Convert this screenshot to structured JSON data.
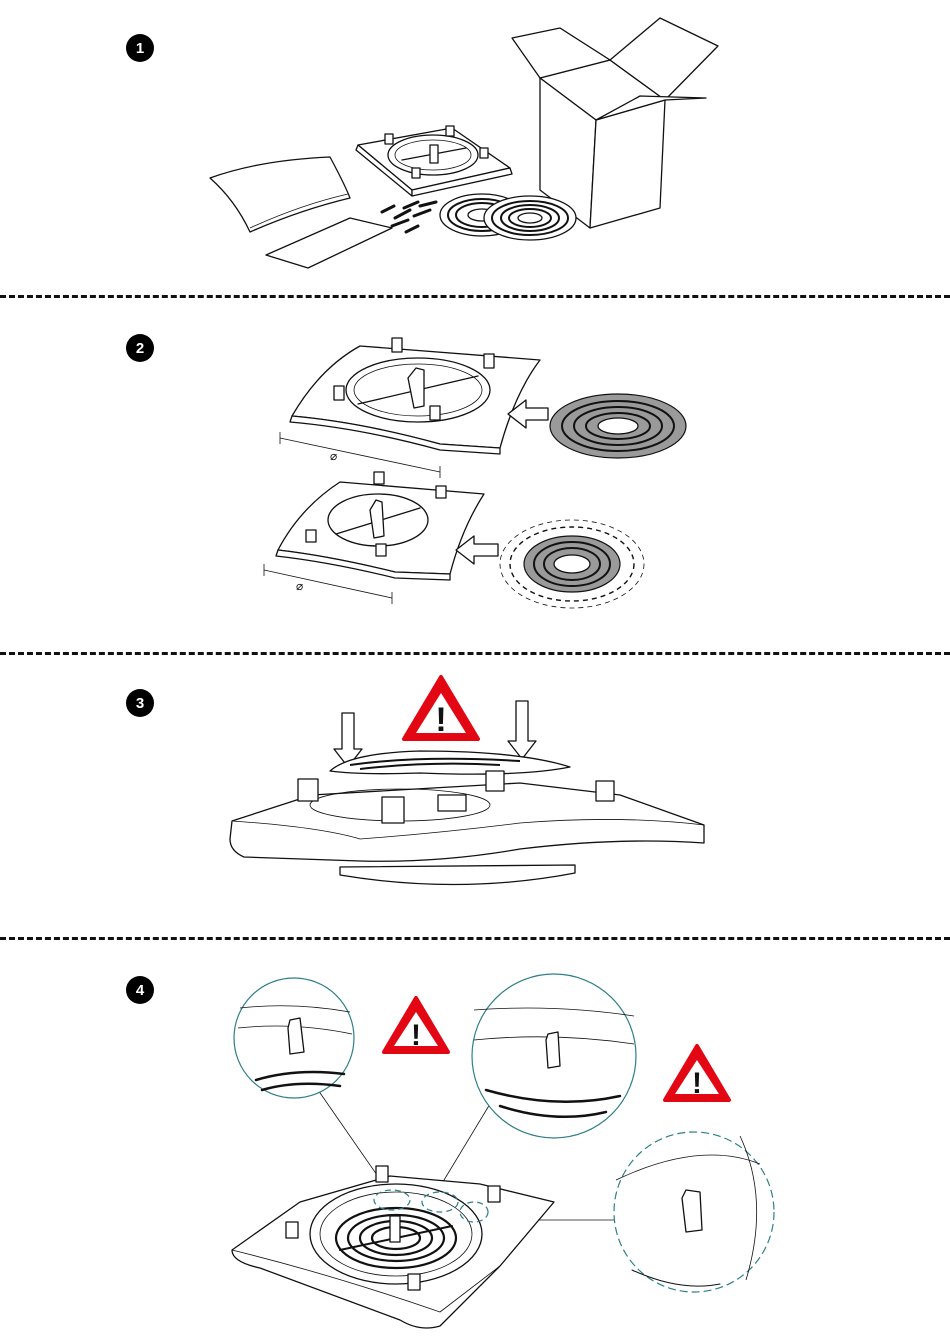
{
  "steps": [
    {
      "number": "1"
    },
    {
      "number": "2",
      "dimension_symbol_upper": "⌀",
      "dimension_symbol_lower": "⌀"
    },
    {
      "number": "3",
      "warning_symbol": "!"
    },
    {
      "number": "4",
      "warning_symbol_left": "!",
      "warning_symbol_right": "!"
    }
  ],
  "colors": {
    "warning_red": "#e30613",
    "callout_teal": "#2f7f86",
    "filter_gray": "#9a9a9a",
    "line": "#111111"
  },
  "icons": [
    "step-number-badge",
    "warning-triangle-icon",
    "insertion-arrow-icon",
    "press-down-arrow-icon",
    "magnifier-callout"
  ]
}
